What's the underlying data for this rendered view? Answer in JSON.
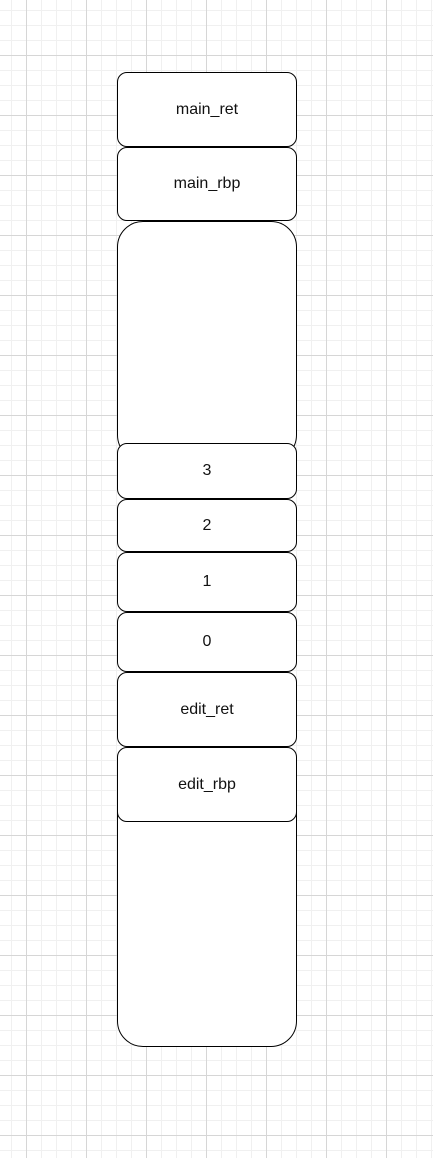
{
  "stack": {
    "frames": [
      {
        "label": "main_ret"
      },
      {
        "label": "main_rbp"
      },
      {
        "label": ""
      },
      {
        "label": "3"
      },
      {
        "label": "2"
      },
      {
        "label": "1"
      },
      {
        "label": "0"
      },
      {
        "label": "edit_ret"
      },
      {
        "label": "edit_rbp"
      }
    ]
  },
  "colors": {
    "stroke": "#000000",
    "fill": "#ffffff",
    "grid": "#d6d6d6"
  }
}
